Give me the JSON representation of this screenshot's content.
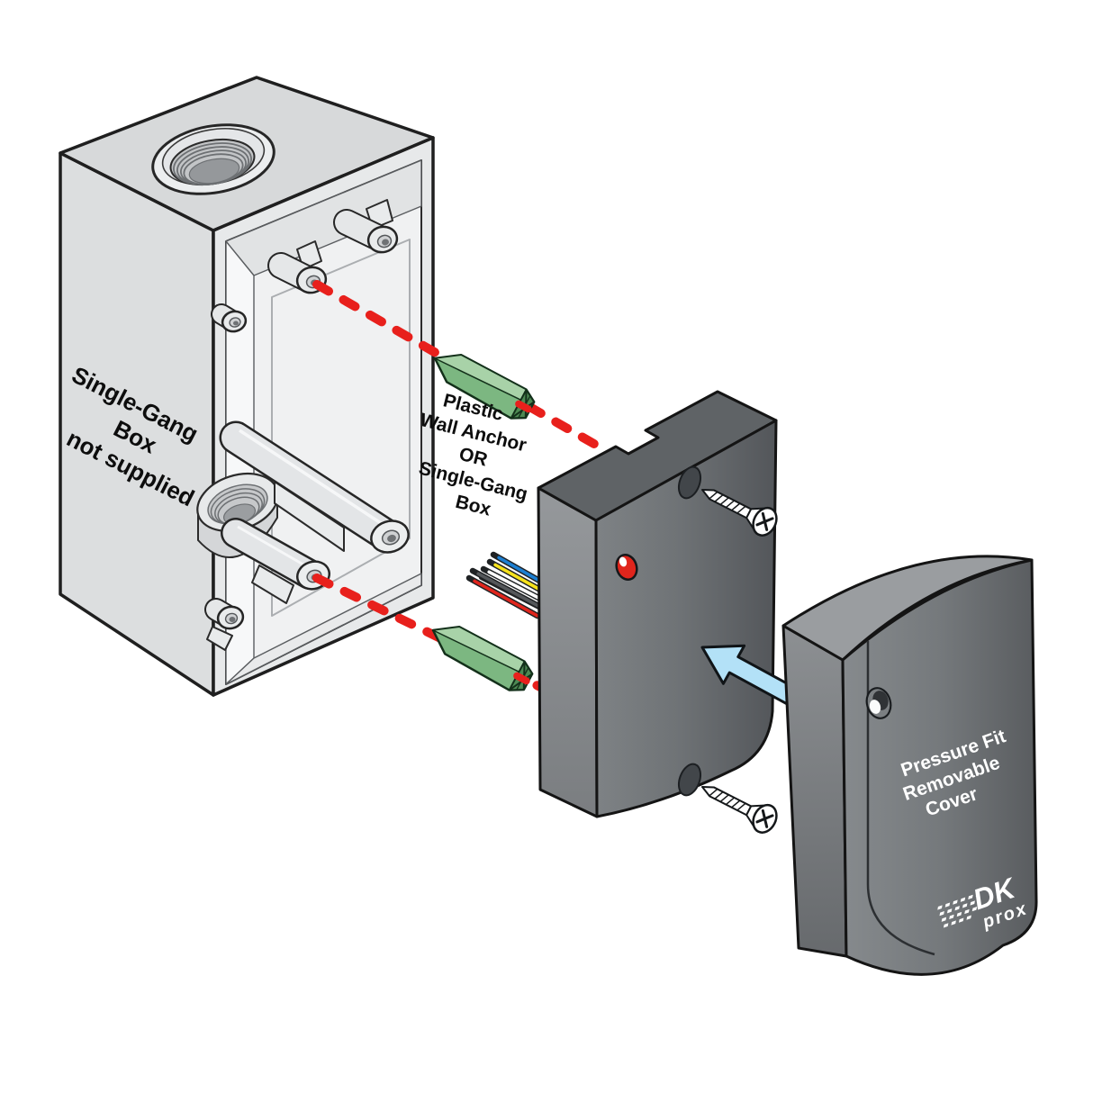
{
  "labels": {
    "box": {
      "lines": [
        "Single-Gang",
        "Box",
        "not supplied"
      ]
    },
    "anchor": {
      "lines": [
        "Plastic",
        "Wall Anchor",
        "OR",
        "Single-Gang",
        "Box"
      ]
    },
    "cover": {
      "lines": [
        "Pressure Fit",
        "Removable",
        "Cover"
      ]
    },
    "logo": {
      "primary": "DK",
      "secondary": "prox"
    }
  },
  "icons": {
    "insert_direction_arrow": "arrow-up-left"
  },
  "colors": {
    "alignment_dash": "#e8201c",
    "anchor_body": "#7cb781",
    "anchor_top": "#a8d2a8",
    "anchor_end": "#4d8953",
    "arrow_fill": "#b3e1f7",
    "led": "#e0251c",
    "wire_blue": "#1d7fd1",
    "wire_yellow": "#f6e21b",
    "wire_white": "#ffffff",
    "wire_green": "#3aa648",
    "wire_gray": "#54575a",
    "wire_red": "#e0251c"
  }
}
